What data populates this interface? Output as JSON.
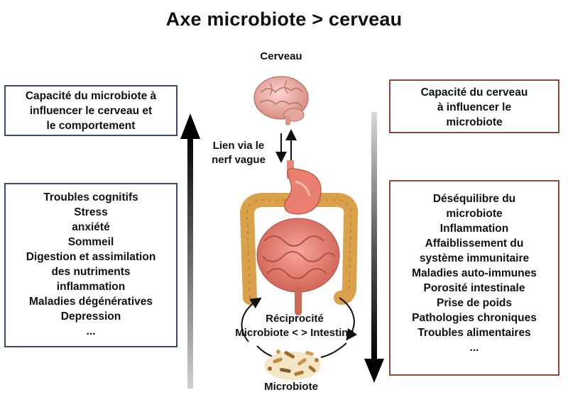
{
  "title": "Axe microbiote > cerveau",
  "brain_label": "Cerveau",
  "microbiota_label": "Microbiote",
  "vagus_label": [
    "Lien via le",
    "nerf vague"
  ],
  "reciprocity_label": [
    "Réciprocité",
    "Microbiote < > Intestins"
  ],
  "left_header": [
    "Capacité du microbiote à",
    "influencer le cerveau et",
    "le comportement"
  ],
  "left_list": [
    "Troubles cognitifs",
    "Stress",
    "anxiété",
    "Sommeil",
    "Digestion et assimilation",
    "des nutriments",
    "inflammation",
    "Maladies dégénératives",
    "Depression",
    "..."
  ],
  "right_header": [
    "Capacité du cerveau",
    "à influencer le",
    "microbiote"
  ],
  "right_list": [
    "Déséquilibre du",
    "microbiote",
    "Inflammation",
    "Affaiblissement du",
    "système  immunitaire",
    "Maladies auto-immunes",
    "Porosité intestinale",
    "Prise de poids",
    "Pathologies chroniques",
    "Troubles alimentaires",
    "..."
  ],
  "colors": {
    "left_border": "#3a4a6a",
    "right_border": "#8a4a3a",
    "organ": "#e07a6a",
    "colon": "#d9a24a",
    "brain": "#f0b0a8"
  }
}
